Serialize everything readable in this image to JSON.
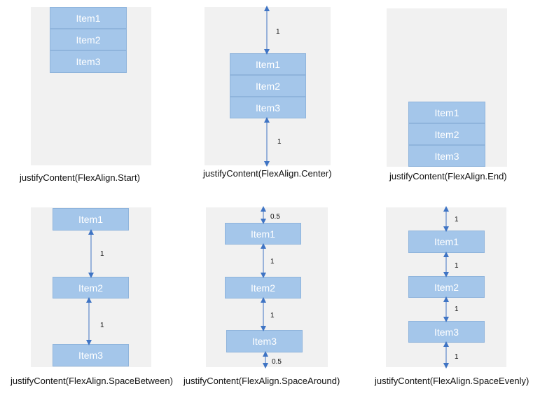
{
  "items": [
    "Item1",
    "Item2",
    "Item3"
  ],
  "labels": {
    "one": "1",
    "half": "0.5"
  },
  "captions": {
    "start": "justifyContent(FlexAlign.Start)",
    "center": "justifyContent(FlexAlign.Center)",
    "end": "justifyContent(FlexAlign.End)",
    "space_between": "justifyContent(FlexAlign.SpaceBetween)",
    "space_around": "justifyContent(FlexAlign.SpaceAround)",
    "space_evenly": "justifyContent(FlexAlign.SpaceEvenly)"
  },
  "colors": {
    "panel": "#f1f1f1",
    "item_fill": "#a4c6ea",
    "item_text": "#ffffff",
    "arrow": "#3f74c4"
  }
}
